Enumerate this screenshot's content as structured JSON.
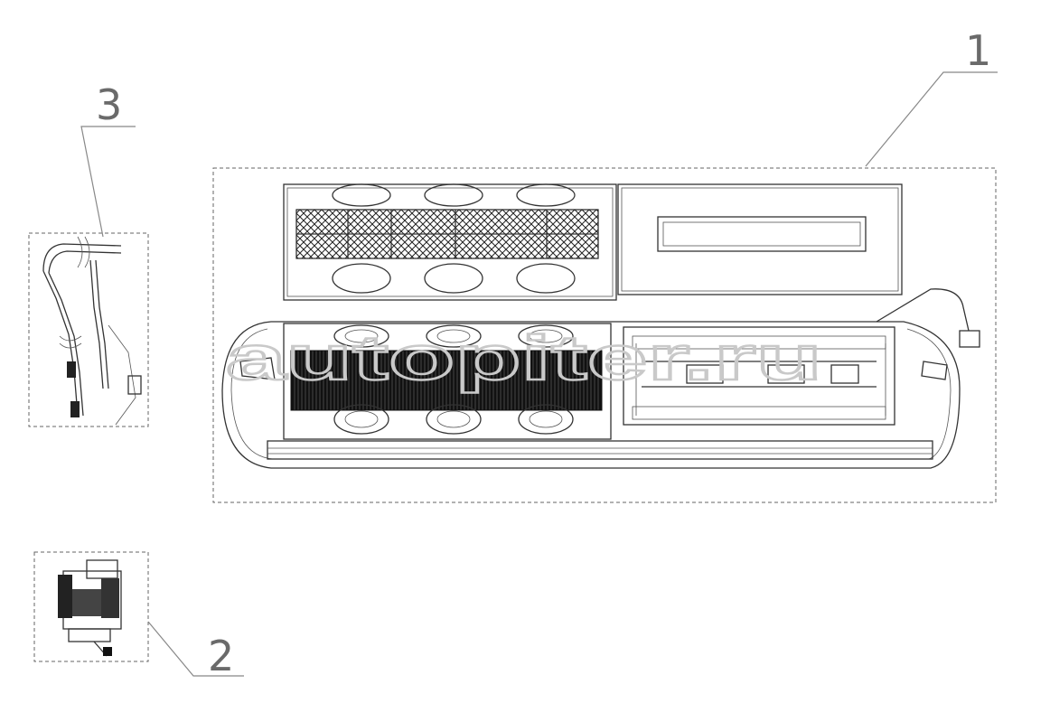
{
  "callouts": [
    {
      "id": "1",
      "label": "1"
    },
    {
      "id": "2",
      "label": "2"
    },
    {
      "id": "3",
      "label": "3"
    }
  ],
  "watermark": "autopiter.ru",
  "colors": {
    "line": "#333333",
    "leader": "#888888",
    "watermark": "#c9c9c9"
  }
}
